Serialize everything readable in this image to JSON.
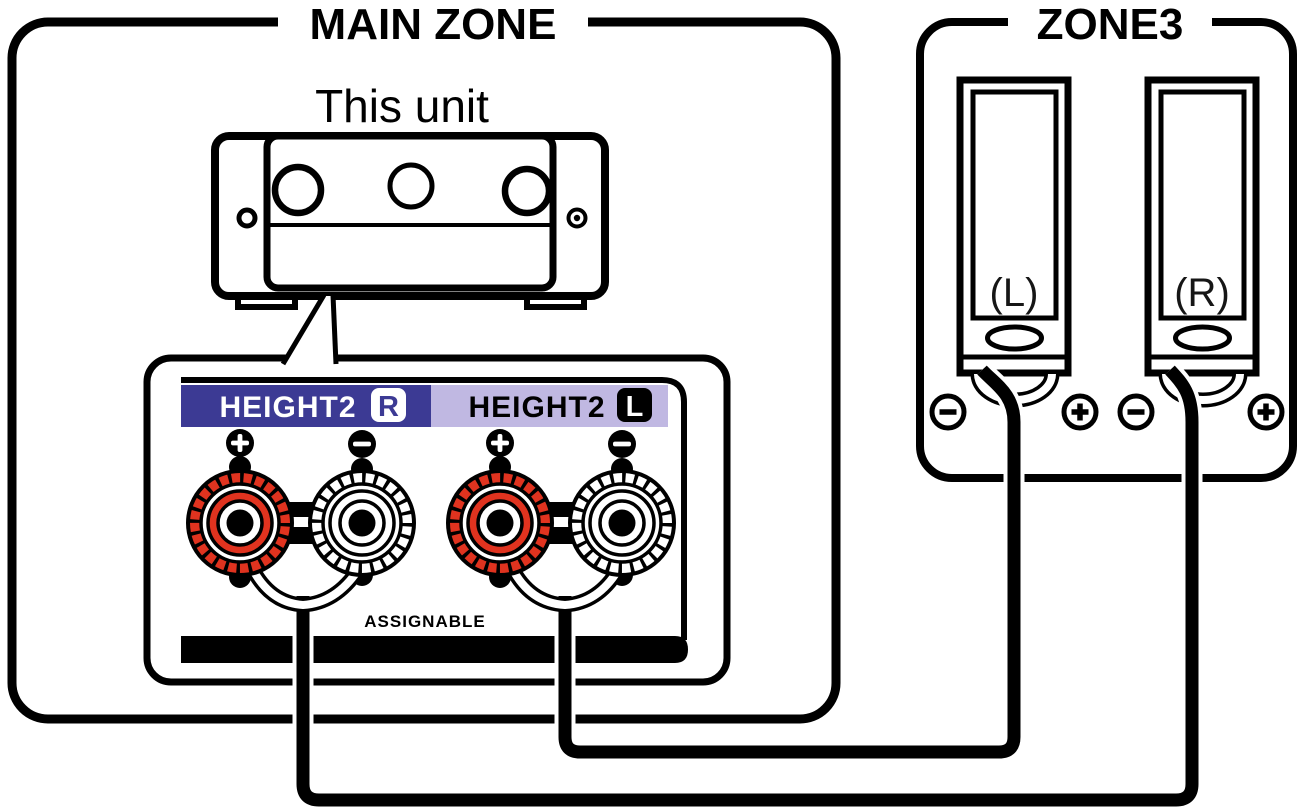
{
  "colors": {
    "red": "#e0331f",
    "blue": "#3c3a94",
    "lavender": "#c0b8e2",
    "ink": "#000000",
    "paper": "#ffffff"
  },
  "main_zone": {
    "title": "MAIN ZONE",
    "unit_label": "This unit",
    "panel": {
      "groups": [
        {
          "name": "HEIGHT2",
          "channel": "R",
          "terminals": [
            {
              "polarity": "+"
            },
            {
              "polarity": "−"
            }
          ]
        },
        {
          "name": "HEIGHT2",
          "channel": "L",
          "terminals": [
            {
              "polarity": "+"
            },
            {
              "polarity": "−"
            }
          ]
        }
      ],
      "note": "ASSIGNABLE"
    }
  },
  "zone3": {
    "title": "ZONE3",
    "speakers": [
      {
        "label": "(L)",
        "terminals": [
          {
            "polarity": "−"
          },
          {
            "polarity": "+"
          }
        ]
      },
      {
        "label": "(R)",
        "terminals": [
          {
            "polarity": "−"
          },
          {
            "polarity": "+"
          }
        ]
      }
    ]
  },
  "connections": [
    {
      "from": "HEIGHT2 R",
      "to": "ZONE3 (R)"
    },
    {
      "from": "HEIGHT2 L",
      "to": "ZONE3 (L)"
    }
  ]
}
